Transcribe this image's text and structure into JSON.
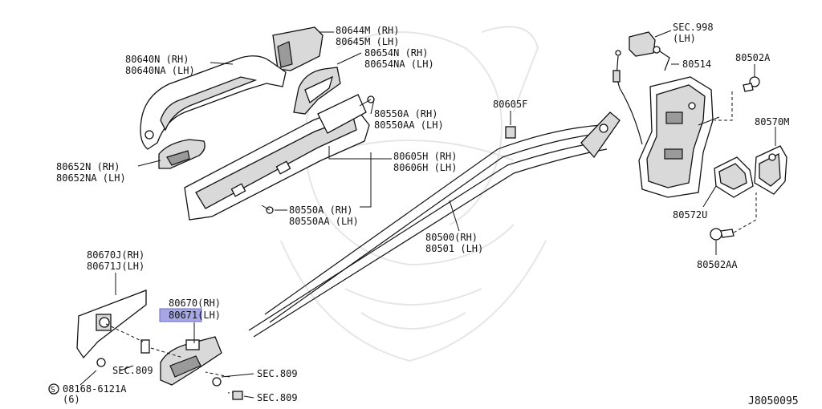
{
  "colors": {
    "highlight": "#a7a7e6",
    "ink": "#111111"
  },
  "labels": {
    "p80644": [
      "80644M (RH)",
      "80645M (LH)"
    ],
    "p80640": [
      "80640N (RH)",
      "80640NA (LH)"
    ],
    "p80654": [
      "80654N (RH)",
      "80654NA (LH)"
    ],
    "p80652": [
      "80652N (RH)",
      "80652NA (LH)"
    ],
    "p80550top": [
      "80550A (RH)",
      "80550AA (LH)"
    ],
    "p80605f": "80605F",
    "p80605h": [
      "80605H (RH)",
      "80606H (LH)"
    ],
    "p80550bot": [
      "80550A (RH)",
      "80550AA (LH)"
    ],
    "sec998": [
      "SEC.998",
      "(LH)"
    ],
    "p80514": "80514",
    "p80502a": "80502A",
    "p80570m": "80570M",
    "p80572u": "80572U",
    "p80502aa": "80502AA",
    "p80500": [
      "80500(RH)",
      "80501 (LH)"
    ],
    "p80670j": [
      "80670J(RH)",
      "80671J(LH)"
    ],
    "p80670": [
      "80670(RH)",
      "80671(LH)"
    ],
    "sec809a": "SEC.809",
    "sec809b": "SEC.809",
    "sec809c": "SEC.809",
    "bolt": [
      "08168-6121A",
      "(6)"
    ],
    "bolt_symbol": "S",
    "diagram_id": "J8050095"
  }
}
